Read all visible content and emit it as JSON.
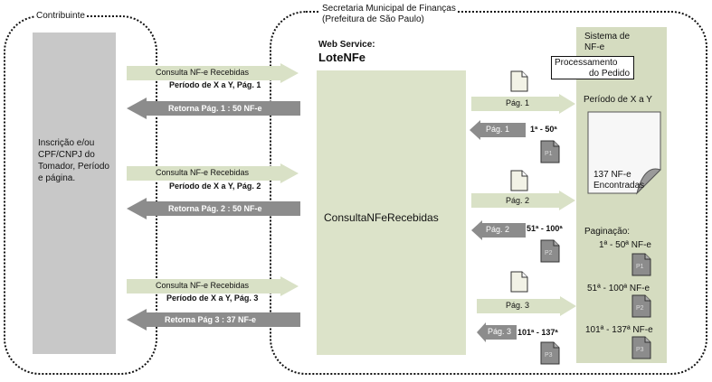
{
  "contribuinte": {
    "title": "Contribuinte",
    "description": "Inscrição e/ou CPF/CNPJ do Tomador, Período e página."
  },
  "secretaria": {
    "title": "Secretaria Municipal de Finanças",
    "subtitle": "(Prefeitura de São Paulo)",
    "ws_label": "Web Service:",
    "ws_name": "LoteNFe",
    "method": "ConsultaNFeRecebidas"
  },
  "sistema": {
    "title_line1": "Sistema de",
    "title_line2": "NF-e",
    "processamento_line1": "Processamento",
    "processamento_line2": "do Pedido",
    "periodo": "Período de X a Y",
    "encontradas_line1": "137 NF-e",
    "encontradas_line2": "Encontradas",
    "paginacao": "Paginação:",
    "pages": [
      "1ª - 50ª NF-e",
      "51ª - 100ª NF-e",
      "101ª - 137ª NF-e"
    ],
    "page_docs": [
      "P1",
      "P2",
      "P3"
    ]
  },
  "requests": [
    {
      "line1": "Consulta NF-e Recebidas",
      "line2": "Período de X a Y, Pág. 1"
    },
    {
      "line1": "Consulta NF-e Recebidas",
      "line2": "Período de X a Y, Pág. 2"
    },
    {
      "line1": "Consulta NF-e Recebidas",
      "line2": "Período de X a Y, Pág. 3"
    }
  ],
  "returns": [
    "Retorna Pág. 1 : 50 NF-e",
    "Retorna Pág. 2 : 50 NF-e",
    "Retorna Pág 3 : 37 NF-e"
  ],
  "inner_requests": [
    "Pág. 1",
    "Pág. 2",
    "Pág. 3"
  ],
  "inner_returns": [
    "Pág.  1",
    "Pág.  2",
    "Pág.  3"
  ],
  "ranges": [
    "1ª - 50ª",
    "51ª - 100ª",
    "101ª - 137ª"
  ],
  "result_docs": [
    "P1",
    "P2",
    "P3"
  ],
  "colors": {
    "light_arrow": "#d9e1c6",
    "dark_arrow": "#8c8c8c",
    "contribuinte_box": "#c8c8c8",
    "center_box": "#dce3c9",
    "sistema_box": "#d5dcc0"
  }
}
